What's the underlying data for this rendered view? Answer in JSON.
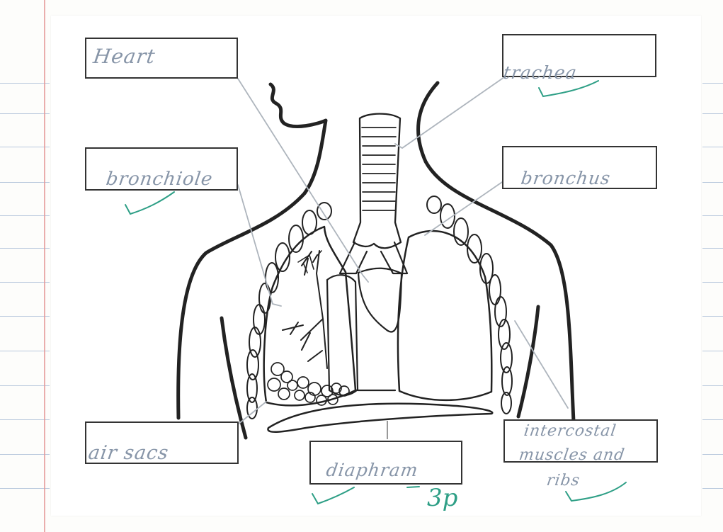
{
  "labels": {
    "heart": "Heart",
    "bronchiole": "bronchiole",
    "trachea": "trachea",
    "bronchus": "bronchus",
    "air_sacs": "air sacs",
    "diaphragm": "diaphram",
    "intercostal_line1": "intercostal",
    "intercostal_line2": "muscles and",
    "intercostal_line3": "ribs"
  },
  "score": "3p",
  "colors": {
    "outline": "#222222",
    "pencil": "#8795a8",
    "teacher_ink": "#2e9f86",
    "notebook_lines": "#b9c9dd",
    "margin": "#e59a9a"
  }
}
